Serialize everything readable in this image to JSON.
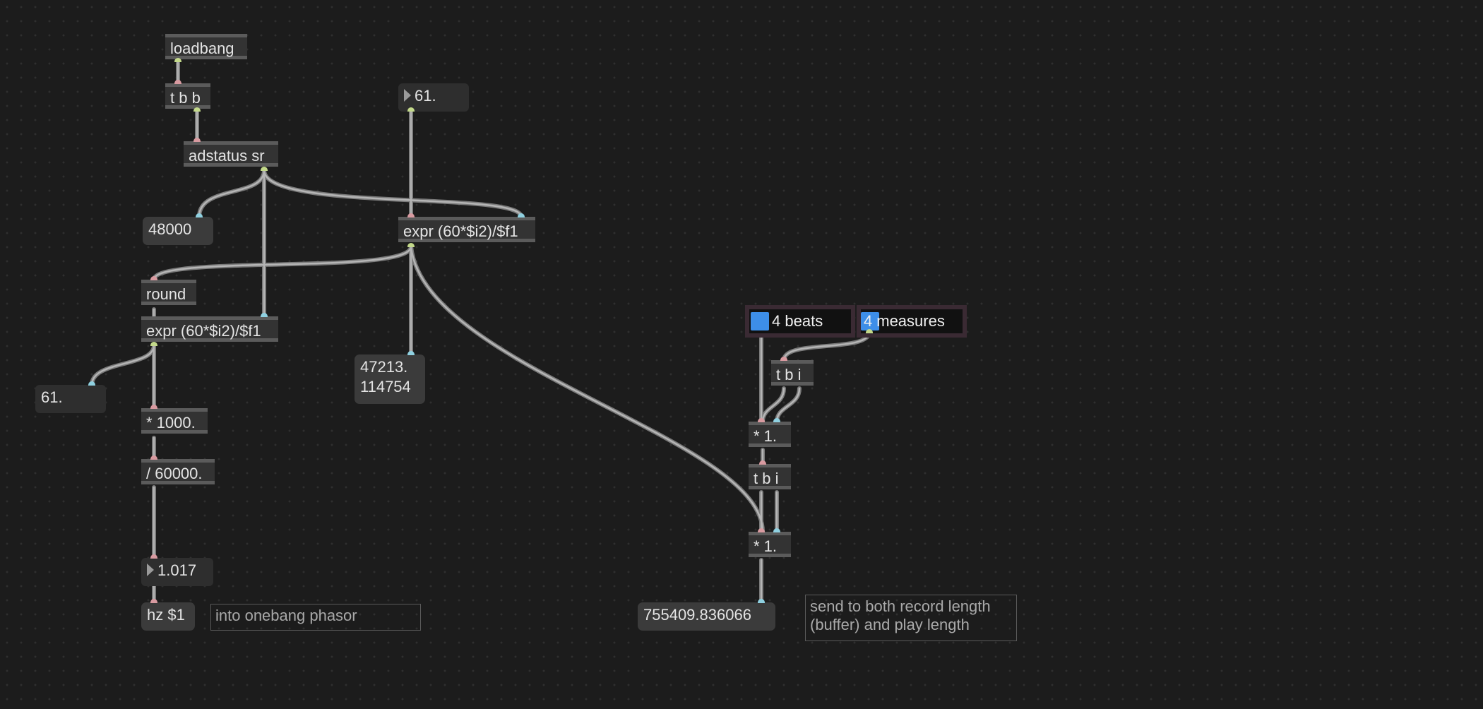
{
  "objects": {
    "loadbang": "loadbang",
    "tbb": "t b b",
    "adstatus": "adstatus sr",
    "expr_top": "expr (60*$i2)/$f1",
    "round": "round",
    "expr_left": "expr (60*$i2)/$f1",
    "mul1000": "* 1000.",
    "div60000": "/ 60000.",
    "tbi_top": "t b i",
    "mul_top": "* 1.",
    "tbi_bottom": "t b i",
    "mul_bottom": "* 1."
  },
  "numbers": {
    "bpm_input": "61.",
    "bpm_out": "61.",
    "hz_value": "1.017"
  },
  "messages": {
    "sr_value": "48000",
    "samples_value_line1": "47213.",
    "samples_value_line2": "114754",
    "hz_message": "hz $1",
    "total_value": "755409.836066"
  },
  "comments": {
    "phasor_note": "into onebang phasor",
    "send_note_line1": "send to both record length",
    "send_note_line2": "(buffer) and play length"
  },
  "toggles": {
    "beats_value": "4",
    "beats_label": "beats",
    "measures_value": "4",
    "measures_label": "measures"
  },
  "colors": {
    "background": "#1c1c1c",
    "cord": "#b5b5b5",
    "toggle_accent": "#3d8ee8",
    "inlet": "#d89aa0",
    "outlet": "#c3d98a",
    "cold_inlet": "#8fd0e0"
  }
}
